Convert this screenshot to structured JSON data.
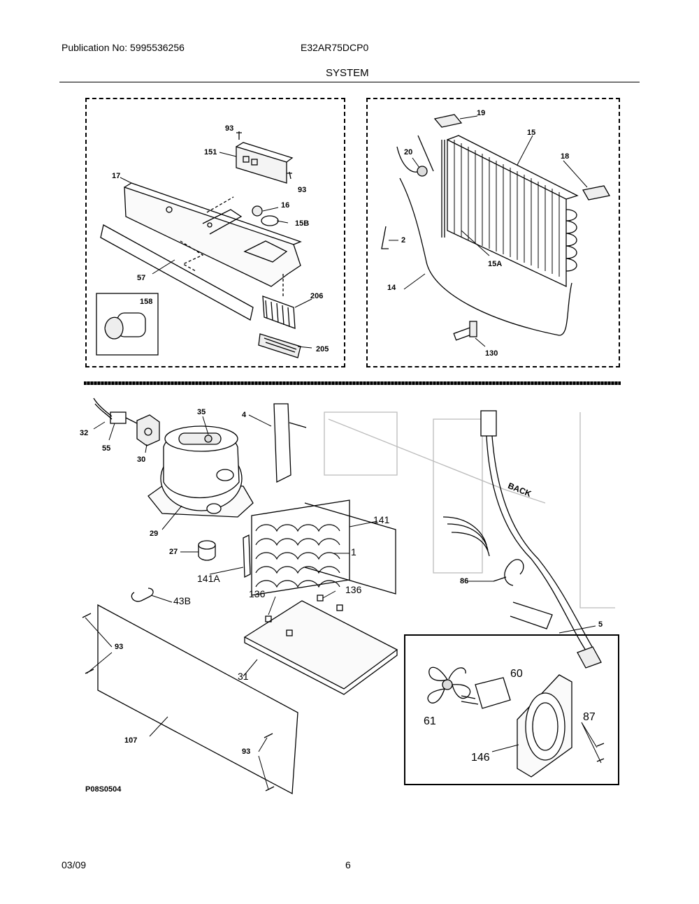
{
  "header": {
    "publication": "Publication No: 5995536256",
    "model": "E32AR75DCP0",
    "section": "SYSTEM"
  },
  "callouts": {
    "p1": [
      "93",
      "151",
      "17",
      "16",
      "15B",
      "93",
      "57",
      "206",
      "158",
      "205"
    ],
    "p2": [
      "19",
      "15",
      "20",
      "18",
      "2",
      "15A",
      "14",
      "130"
    ],
    "main_small": [
      "32",
      "55",
      "30",
      "35",
      "4",
      "29",
      "27",
      "141",
      "1",
      "141A",
      "43B",
      "136",
      "136",
      "86",
      "5",
      "93",
      "107",
      "31",
      "93"
    ],
    "fan": [
      "60",
      "61",
      "87",
      "146"
    ]
  },
  "diagram": {
    "back_label": "BACK",
    "figure_id": "P08S0504"
  },
  "footer": {
    "date": "03/09",
    "page": "6"
  }
}
